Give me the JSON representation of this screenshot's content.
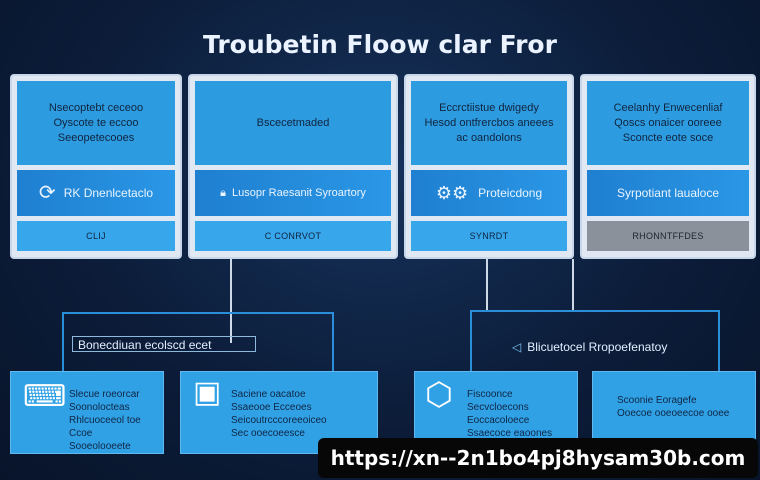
{
  "title": "Troubetin Floow clar Fror",
  "cards": [
    {
      "top_lines": [
        "Nsecoptebt ceceoo",
        "Oyscote te eccoo",
        "Seeopetecooes"
      ],
      "mid_icon": "cycle-icon",
      "mid_label": "RK  Dnenlcetaclo",
      "bottom": "CLIJ"
    },
    {
      "top_lines": [
        "Bscecetmaded"
      ],
      "mid_icon": "lock-icon",
      "mid_label": "Lusopr  Raesanit  Syroartory",
      "bottom": "C CONRVOT"
    },
    {
      "top_lines": [
        "Eccrctiistue dwigedy",
        "Hesod ontfrercbos aneees",
        "ac oandolons"
      ],
      "mid_icon": "gear-icon",
      "mid_label": "Proteicdong",
      "bottom": "SYNRDT"
    },
    {
      "top_lines": [
        "Ceelanhy Enwecenliaf",
        "Qoscs onaicer ooreee",
        "Sconcte eote soce"
      ],
      "mid_icon": "",
      "mid_label": "Syrpotiant laualoce",
      "bottom": "RHONNTFFDES"
    }
  ],
  "frames": [
    {
      "label": "Bonecdiuan ecolscd ecet"
    },
    {
      "label": "Blicuetocel Rropoefenatoy"
    }
  ],
  "subs": [
    {
      "icon": "laptop-icon",
      "lines": [
        "Slecue roeorcar",
        "Soonolocteas",
        "Rhlcuoceeol toe Ccoe",
        "Sooeolooeete"
      ]
    },
    {
      "icon": "device-icon",
      "lines": [
        "Saciene oacatoe",
        "Ssaeooe Ecceoes",
        "Seicoutrcccoreeoiceo",
        "Sec ooecoeesce"
      ]
    },
    {
      "icon": "diagnostic-icon",
      "lines": [
        "Fiscoonce",
        "Secvcloecons",
        "Eoccacoloece",
        "Ssaecoce eaoones"
      ]
    },
    {
      "icon": "",
      "lines": [
        "Scoonie Eoragefe",
        "Ooecoe ooeoeecoe ooee"
      ]
    }
  ],
  "url": "https://xn--2n1bo4pj8hysam30b.com"
}
